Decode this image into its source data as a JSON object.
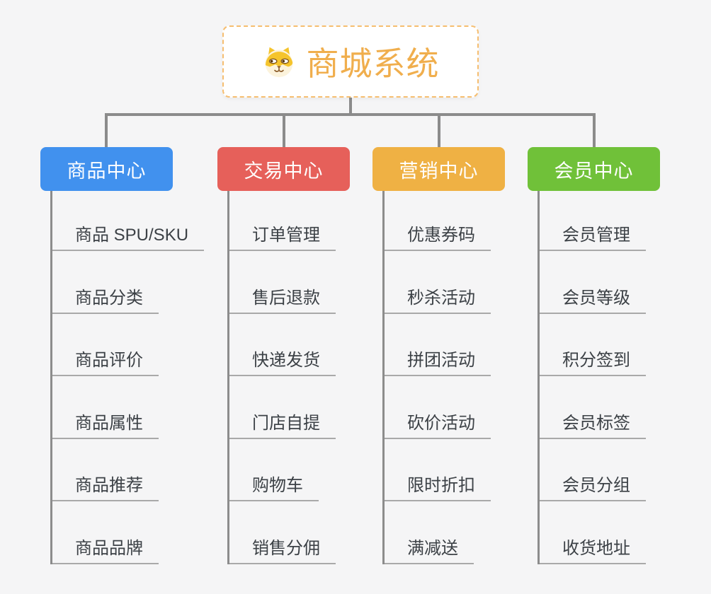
{
  "root": {
    "title": "商城系统",
    "icon": "dog-face-icon",
    "title_color": "#F0AE4D",
    "border_color": "#F6BE70"
  },
  "branches": [
    {
      "label": "商品中心",
      "color": "#4191EE",
      "items": [
        "商品 SPU/SKU",
        "商品分类",
        "商品评价",
        "商品属性",
        "商品推荐",
        "商品品牌"
      ]
    },
    {
      "label": "交易中心",
      "color": "#E6605A",
      "items": [
        "订单管理",
        "售后退款",
        "快递发货",
        "门店自提",
        "购物车",
        "销售分佣"
      ]
    },
    {
      "label": "营销中心",
      "color": "#EFB144",
      "items": [
        "优惠券码",
        "秒杀活动",
        "拼团活动",
        "砍价活动",
        "限时折扣",
        "满减送"
      ]
    },
    {
      "label": "会员中心",
      "color": "#70C139",
      "items": [
        "会员管理",
        "会员等级",
        "积分签到",
        "会员标签",
        "会员分组",
        "收货地址"
      ]
    }
  ],
  "colors": {
    "background": "#F5F5F6",
    "connector": "#8B8B8B",
    "leaf_text": "#3C4146",
    "leaf_underline": "#A9A9A9"
  }
}
